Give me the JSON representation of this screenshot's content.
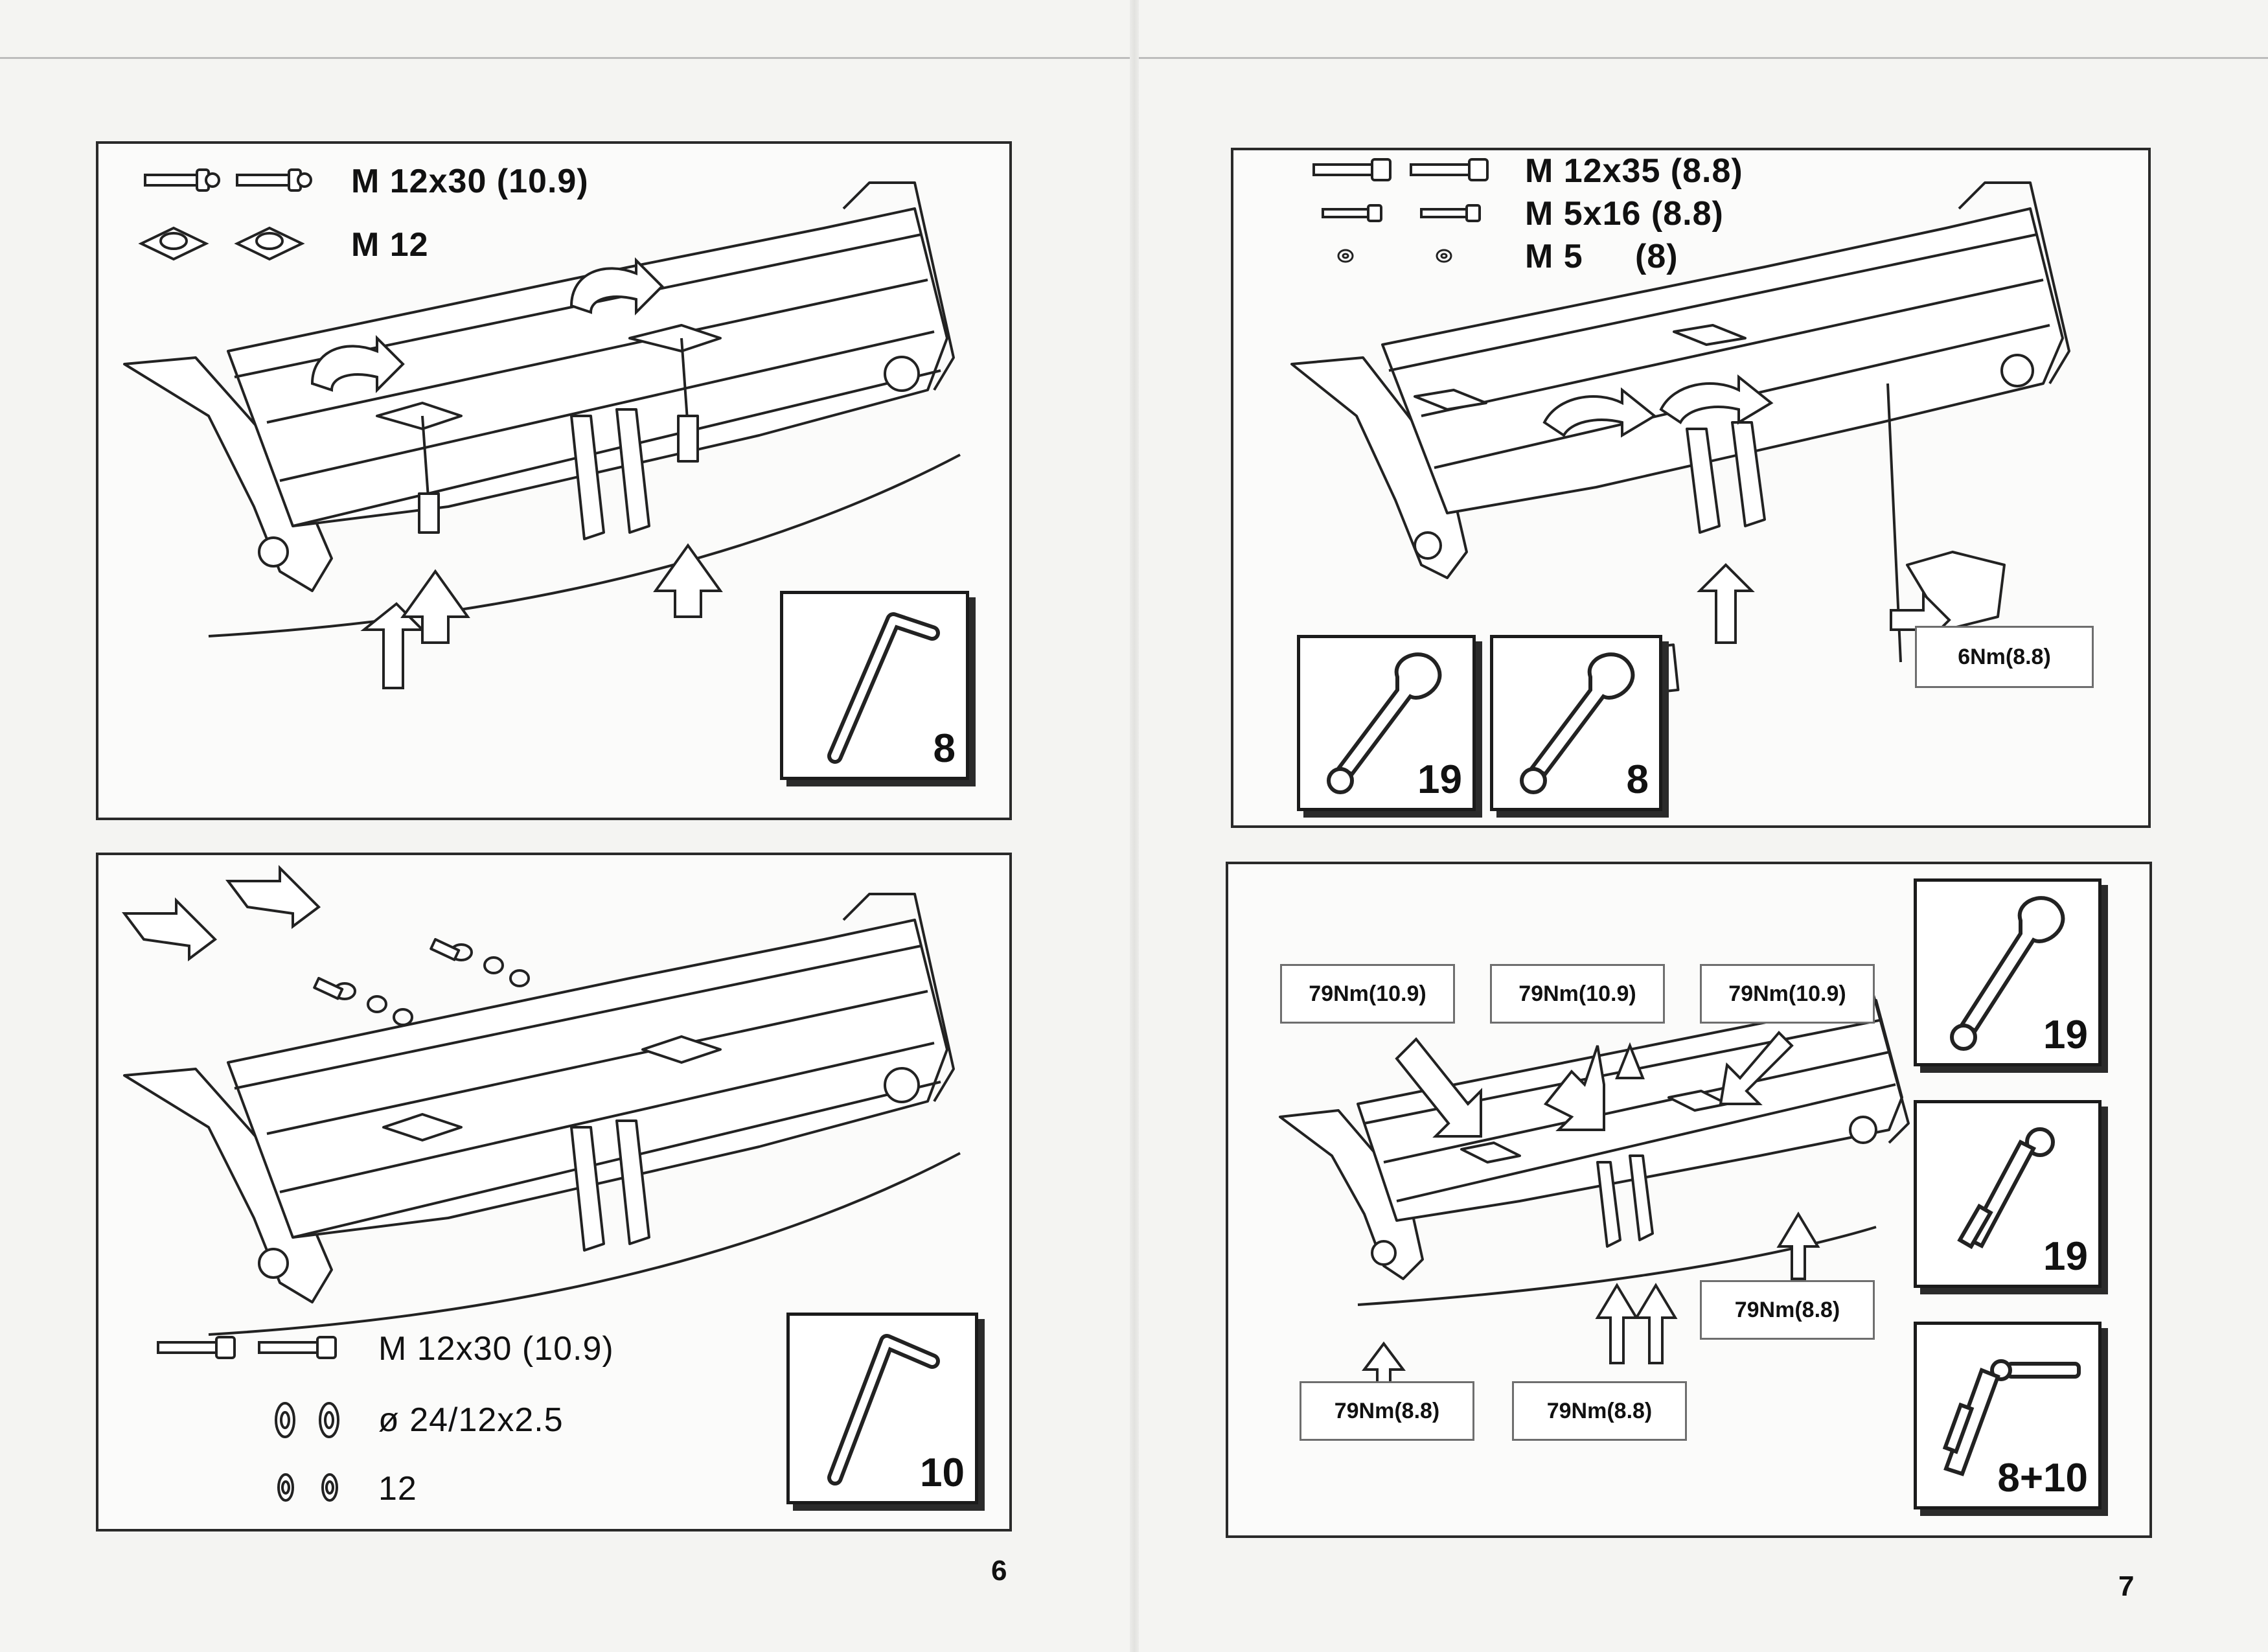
{
  "page_left_number": "6",
  "page_right_number": "7",
  "step1": {
    "fastener_1": "M 12x30 (10.9)",
    "fastener_2": "M 12",
    "tool_size": "8"
  },
  "step2": {
    "fastener_1": "M 12x35 (8.8)",
    "fastener_2": "M 5x16  (8.8)",
    "fastener_3": "M 5",
    "fastener_3_class": "(8)",
    "tool_1_size": "19",
    "tool_2_size": "8",
    "torque": "6Nm(8.8)"
  },
  "step3": {
    "fastener_1": "M 12x30 (10.9)",
    "fastener_2": "ø  24/12x2.5",
    "fastener_3": "12",
    "tool_size": "10"
  },
  "step4": {
    "torque_top_left": "79Nm(10.9)",
    "torque_top_middle": "79Nm(10.9)",
    "torque_top_right": "79Nm(10.9)",
    "torque_bottom_left": "79Nm(8.8)",
    "torque_bottom_middle": "79Nm(8.8)",
    "torque_bottom_right": "79Nm(8.8)",
    "tool_1_size": "19",
    "tool_2_size": "19",
    "tool_3_size": "8+10"
  },
  "icons": [
    "bolt-icon",
    "nut-icon",
    "washer-icon",
    "hex-key-icon",
    "wrench-icon",
    "ratchet-icon",
    "torque-wrench-icon",
    "direction-arrow-icon"
  ],
  "colors": {
    "ink": "#111111",
    "paper": "#f4f4f2",
    "panel_border": "#2a2a2a"
  }
}
